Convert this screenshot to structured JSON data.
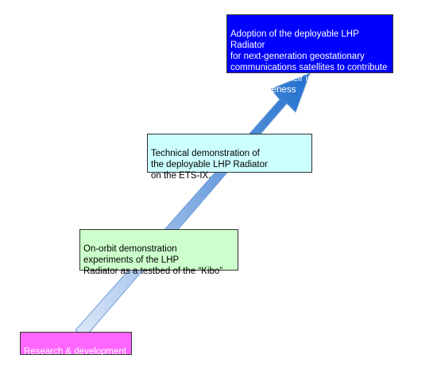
{
  "stages": [
    {
      "id": "rd",
      "text": "Research & development\nfor LHP",
      "fill": "#ff66ff",
      "text_color": "#ffffff"
    },
    {
      "id": "kibo",
      "text": "On-orbit demonstration\nexperiments of the LHP\nRadiator as a testbed of the “Kibo”",
      "fill": "#ccffcc",
      "text_color": "#000000"
    },
    {
      "id": "ets",
      "text": "Technical demonstration of\nthe deployable LHP Radiator\non the ETS-IX.",
      "fill": "#ccffff",
      "text_color": "#000000"
    },
    {
      "id": "goal",
      "text": "Adoption of the deployable LHP Radiator\nfor next-generation geostationary\ncommunications satellites to contribute\nto enhancing their international\ncompetitiveness",
      "fill": "#0000ff",
      "text_color": "#ffffff"
    }
  ],
  "arrow": {
    "gradient_start": "#dde8f8",
    "gradient_end": "#1f6fcf",
    "outline": "#6f9fd8"
  }
}
